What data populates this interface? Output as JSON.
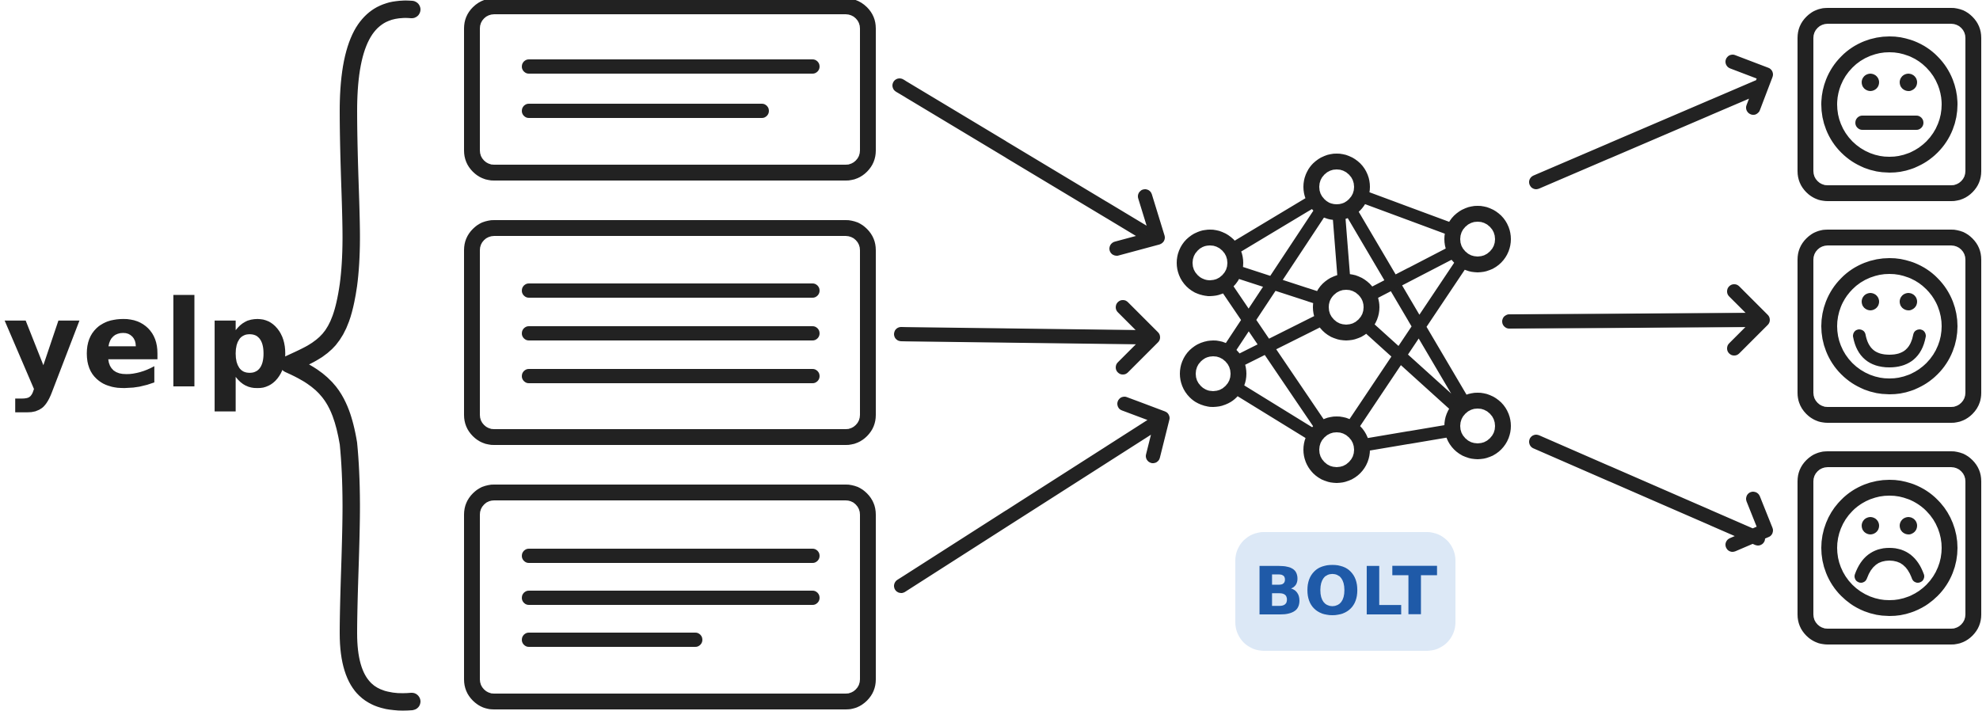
{
  "source_label": "yelp",
  "model_badge": "BOLT",
  "colors": {
    "ink": "#222222",
    "badge_background": "#dce8f6",
    "badge_text": "#1f5aa8"
  },
  "reviews": [
    {
      "name": "review-card-1",
      "line_count": 2
    },
    {
      "name": "review-card-2",
      "line_count": 3
    },
    {
      "name": "review-card-3",
      "line_count": 3
    }
  ],
  "sentiment_outputs": [
    {
      "name": "neutral",
      "icon": "neutral-face-icon"
    },
    {
      "name": "positive",
      "icon": "smiling-face-icon"
    },
    {
      "name": "negative",
      "icon": "frowning-face-icon"
    }
  ],
  "network_icon": "neural-network-icon"
}
